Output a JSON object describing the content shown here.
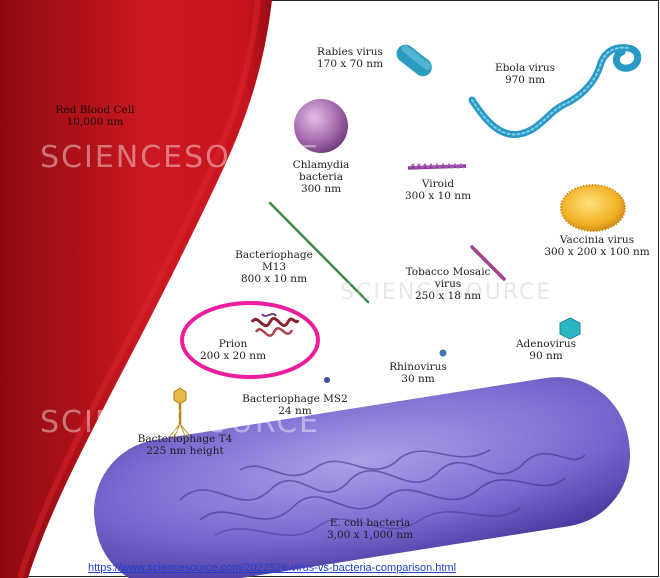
{
  "organisms": {
    "red_blood_cell": {
      "name": "Red Blood Cell",
      "size": "10,000 nm"
    },
    "rabies": {
      "name": "Rabies virus",
      "size": "170 x 70 nm"
    },
    "ebola": {
      "name": "Ebola virus",
      "size": "970 nm"
    },
    "chlamydia": {
      "name": "Chlamydia",
      "name2": "bacteria",
      "size": "300 nm"
    },
    "viroid": {
      "name": "Viroid",
      "size": "300 x 10 nm"
    },
    "vaccinia": {
      "name": "Vaccinia virus",
      "size": "300 x 200 x 100 nm"
    },
    "m13": {
      "name": "Bacteriophage",
      "name2": "M13",
      "size": "800 x 10 nm"
    },
    "tmv": {
      "name": "Tobacco Mosaic",
      "name2": "virus",
      "size": "250 x 18 nm"
    },
    "prion": {
      "name": "Prion",
      "size": "200 x 20 nm"
    },
    "adenovirus": {
      "name": "Adenovirus",
      "size": "90 nm"
    },
    "rhinovirus": {
      "name": "Rhinovirus",
      "size": "30 nm"
    },
    "ms2": {
      "name": "Bacteriophage MS2",
      "size": "24 nm"
    },
    "t4": {
      "name": "Bacteriophage T4",
      "size": "225 nm height"
    },
    "ecoli": {
      "name": "E. coli bacteria",
      "size": "3,00 x 1,000 nm"
    }
  },
  "watermark": "SCIENCESOURCE",
  "source_url": "https://www.sciencesource.com/2022526-virus-vs-bacteria-comparison.html",
  "colors": {
    "blood_red": "#c8141e",
    "ecoli_purple": "#7a6ad0",
    "prion_highlight": "#ec1c9c",
    "virus_teal": "#2a9cc0",
    "m13_green": "#3c8a46",
    "vaccinia_gold": "#e8a21a"
  }
}
